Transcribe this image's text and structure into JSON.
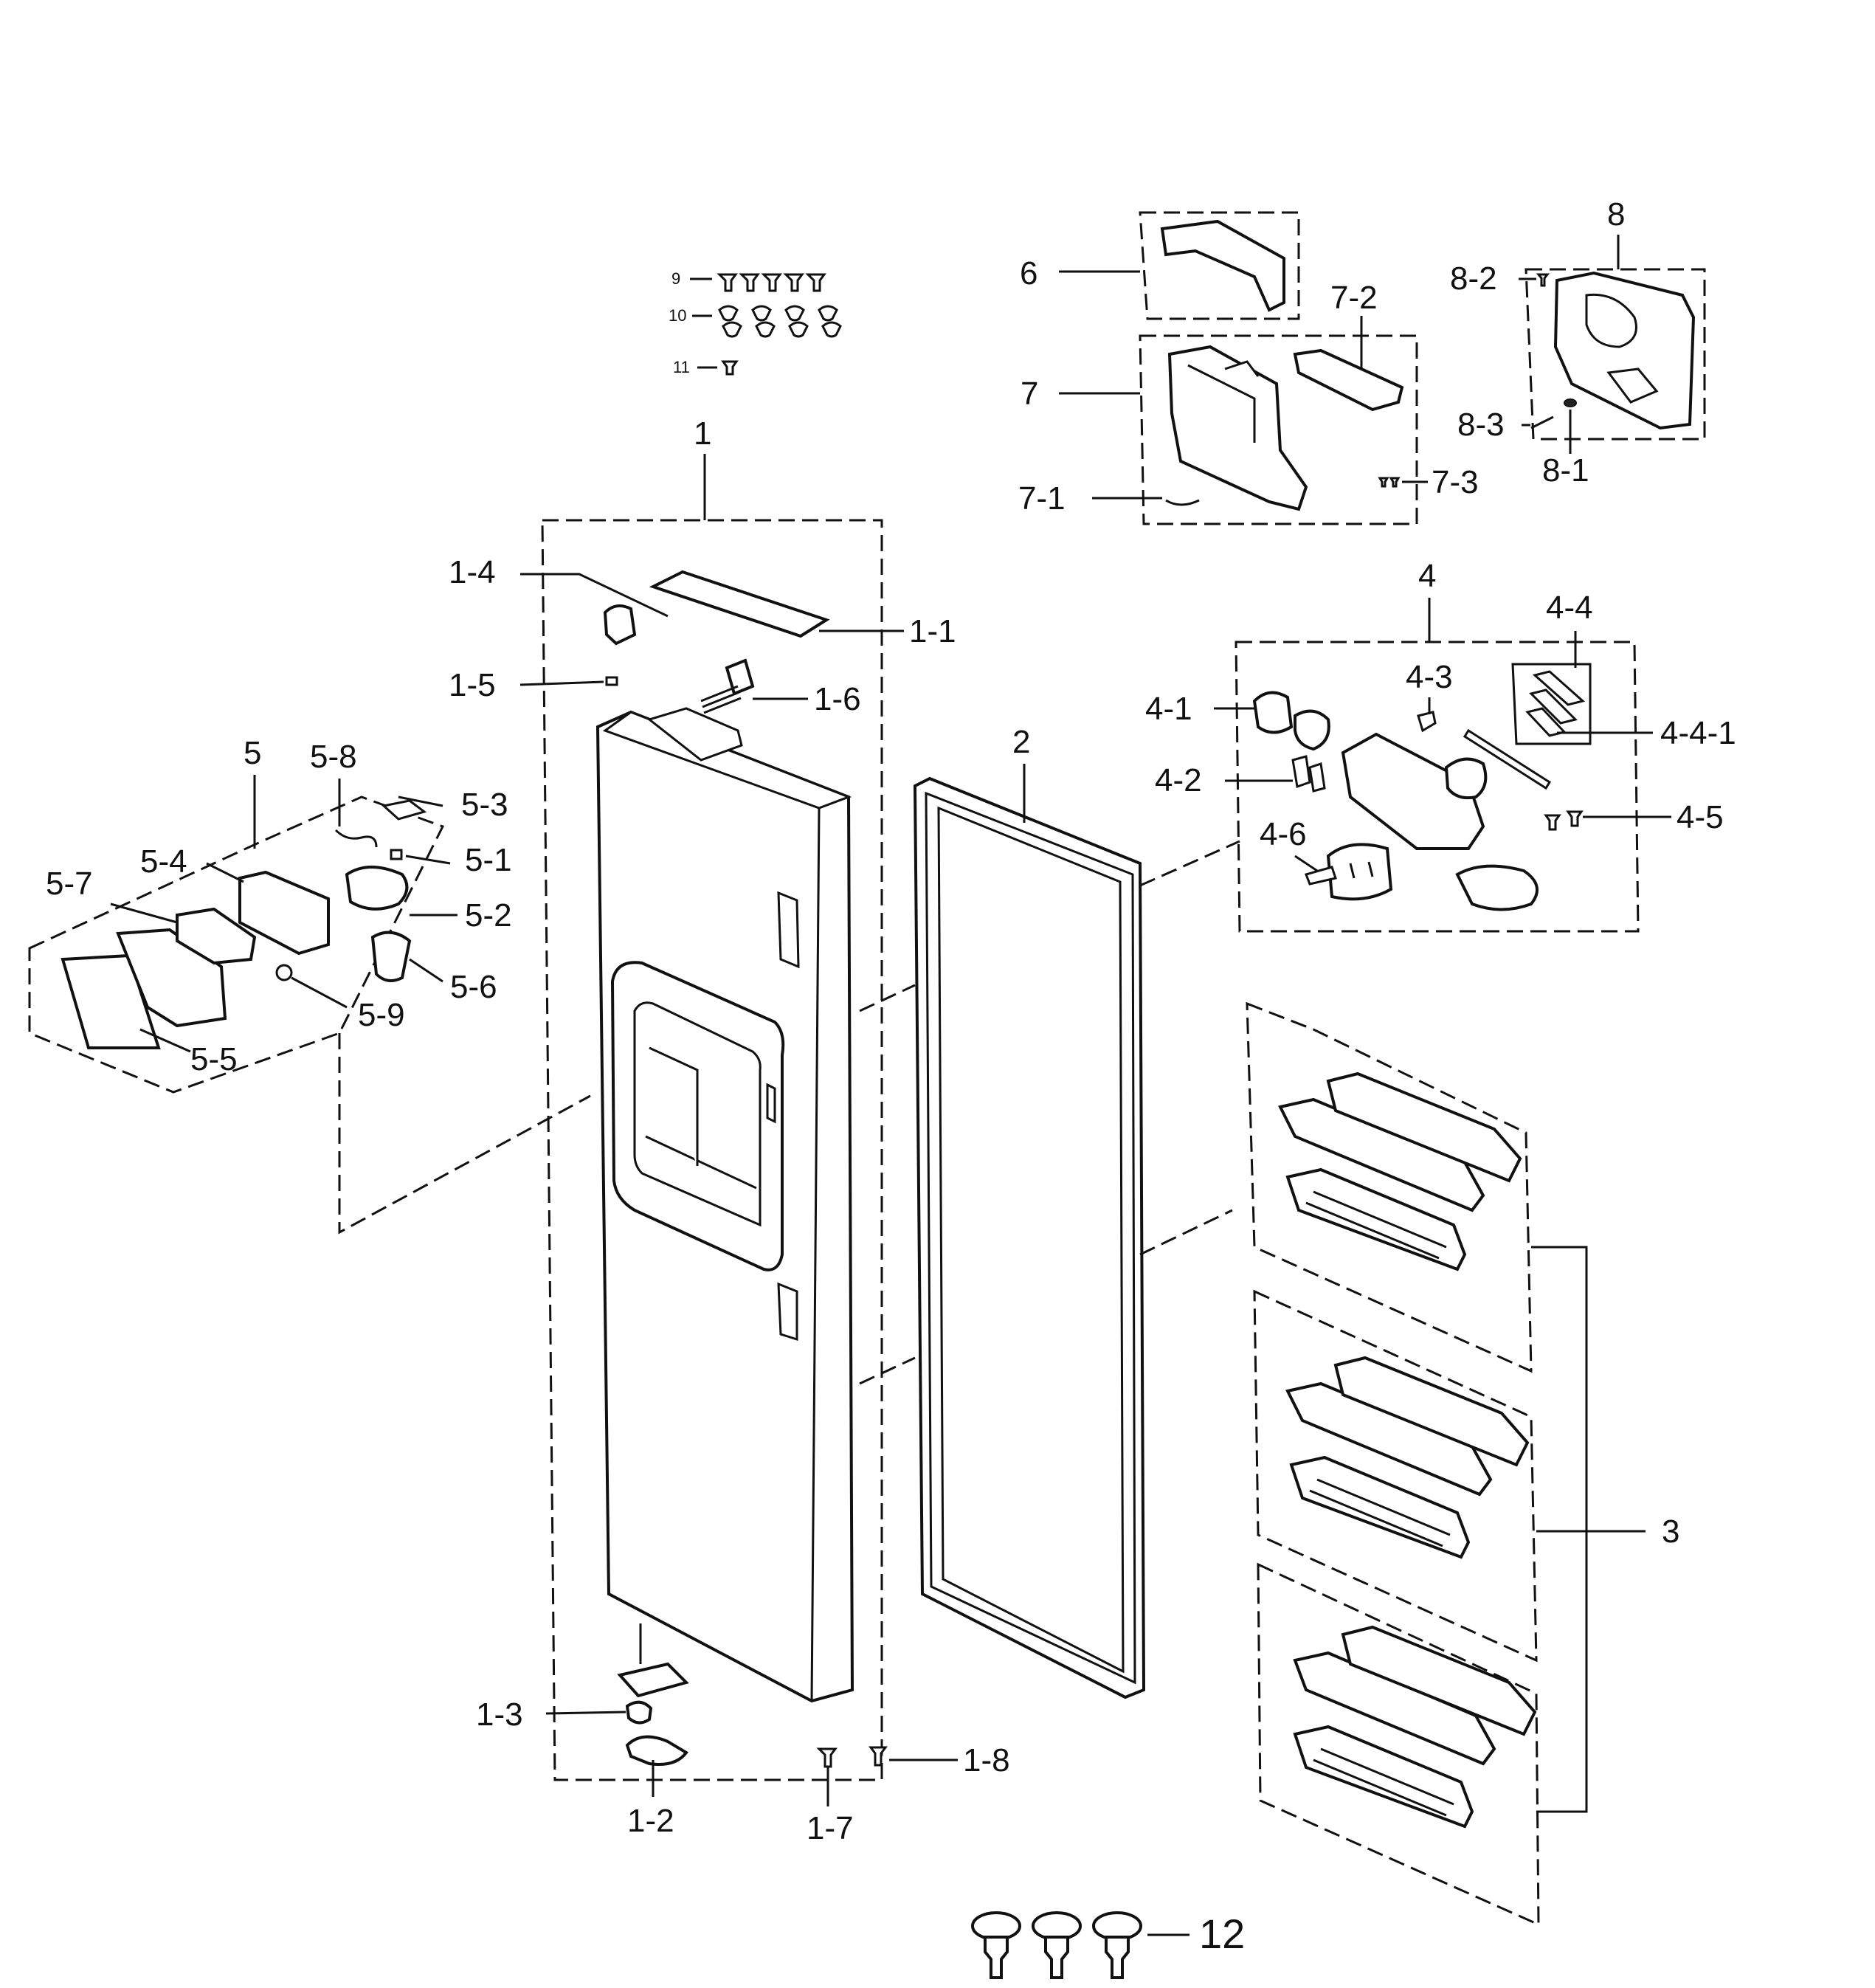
{
  "diagram": {
    "callouts": {
      "c1": "1",
      "c1_1": "1-1",
      "c1_2": "1-2",
      "c1_3": "1-3",
      "c1_4": "1-4",
      "c1_5": "1-5",
      "c1_6": "1-6",
      "c1_7": "1-7",
      "c1_8": "1-8",
      "c2": "2",
      "c3": "3",
      "c4": "4",
      "c4_1": "4-1",
      "c4_2": "4-2",
      "c4_3": "4-3",
      "c4_4": "4-4",
      "c4_4_1": "4-4-1",
      "c4_5": "4-5",
      "c4_6": "4-6",
      "c5": "5",
      "c5_1": "5-1",
      "c5_2": "5-2",
      "c5_3": "5-3",
      "c5_4": "5-4",
      "c5_5": "5-5",
      "c5_6": "5-6",
      "c5_7": "5-7",
      "c5_8": "5-8",
      "c5_9": "5-9",
      "c6": "6",
      "c7": "7",
      "c7_1": "7-1",
      "c7_2": "7-2",
      "c7_3": "7-3",
      "c8": "8",
      "c8_1": "8-1",
      "c8_2": "8-2",
      "c8_3": "8-3",
      "c9": "9",
      "c10": "10",
      "c11": "11",
      "c12": "12"
    }
  }
}
